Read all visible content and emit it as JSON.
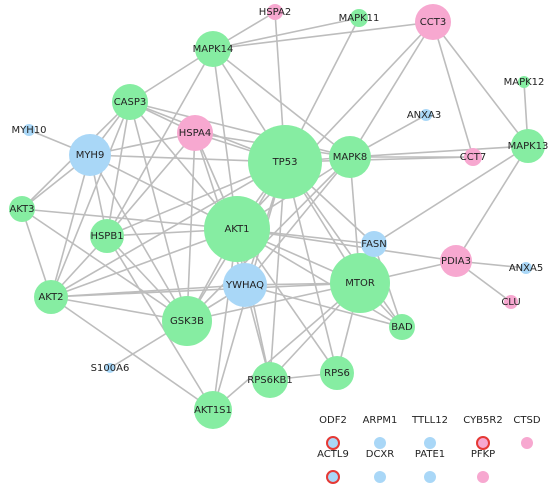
{
  "colors": {
    "green": "#86eda2",
    "blue": "#a9d7f7",
    "pink": "#f7a8d0",
    "red_outline": "#e53935",
    "edge": "#bdbdbd"
  },
  "nodes": [
    {
      "id": "TP53",
      "label": "TP53",
      "color": "green"
    },
    {
      "id": "AKT1",
      "label": "AKT1",
      "color": "green"
    },
    {
      "id": "MTOR",
      "label": "MTOR",
      "color": "green"
    },
    {
      "id": "MAPK8",
      "label": "MAPK8",
      "color": "green"
    },
    {
      "id": "GSK3B",
      "label": "GSK3B",
      "color": "green"
    },
    {
      "id": "YWHAQ",
      "label": "YWHAQ",
      "color": "blue"
    },
    {
      "id": "MYH9",
      "label": "MYH9",
      "color": "blue"
    },
    {
      "id": "HSPA4",
      "label": "HSPA4",
      "color": "pink"
    },
    {
      "id": "CCT3",
      "label": "CCT3",
      "color": "pink"
    },
    {
      "id": "MAPK14",
      "label": "MAPK14",
      "color": "green"
    },
    {
      "id": "CASP3",
      "label": "CASP3",
      "color": "green"
    },
    {
      "id": "HSPB1",
      "label": "HSPB1",
      "color": "green"
    },
    {
      "id": "AKT2",
      "label": "AKT2",
      "color": "green"
    },
    {
      "id": "AKT3",
      "label": "AKT3",
      "color": "green"
    },
    {
      "id": "RPS6KB1",
      "label": "RPS6KB1",
      "color": "green"
    },
    {
      "id": "RPS6",
      "label": "RPS6",
      "color": "green"
    },
    {
      "id": "AKT1S1",
      "label": "AKT1S1",
      "color": "green"
    },
    {
      "id": "MAPK13",
      "label": "MAPK13",
      "color": "green"
    },
    {
      "id": "PDIA3",
      "label": "PDIA3",
      "color": "pink"
    },
    {
      "id": "FASN",
      "label": "FASN",
      "color": "blue"
    },
    {
      "id": "BAD",
      "label": "BAD",
      "color": "green"
    },
    {
      "id": "MAPK11",
      "label": "MAPK11",
      "color": "green"
    },
    {
      "id": "MAPK12",
      "label": "MAPK12",
      "color": "green"
    },
    {
      "id": "HSPA2",
      "label": "HSPA2",
      "color": "pink"
    },
    {
      "id": "CCT7",
      "label": "CCT7",
      "color": "pink"
    },
    {
      "id": "ANXA3",
      "label": "ANXA3",
      "color": "blue"
    },
    {
      "id": "ANXA5",
      "label": "ANXA5",
      "color": "blue"
    },
    {
      "id": "CLU",
      "label": "CLU",
      "color": "pink"
    },
    {
      "id": "MYH10",
      "label": "MYH10",
      "color": "blue"
    },
    {
      "id": "S100A6",
      "label": "S100A6",
      "color": "blue"
    }
  ],
  "edges": [
    [
      "TP53",
      "AKT1"
    ],
    [
      "TP53",
      "MTOR"
    ],
    [
      "TP53",
      "MAPK8"
    ],
    [
      "TP53",
      "GSK3B"
    ],
    [
      "TP53",
      "YWHAQ"
    ],
    [
      "TP53",
      "MYH9"
    ],
    [
      "TP53",
      "HSPA4"
    ],
    [
      "TP53",
      "MAPK14"
    ],
    [
      "TP53",
      "CASP3"
    ],
    [
      "TP53",
      "HSPB1"
    ],
    [
      "TP53",
      "AKT2"
    ],
    [
      "TP53",
      "RPS6KB1"
    ],
    [
      "TP53",
      "RPS6"
    ],
    [
      "TP53",
      "BAD"
    ],
    [
      "TP53",
      "FASN"
    ],
    [
      "TP53",
      "MAPK11"
    ],
    [
      "TP53",
      "HSPA2"
    ],
    [
      "TP53",
      "CCT7"
    ],
    [
      "TP53",
      "AKT1S1"
    ],
    [
      "AKT1",
      "MTOR"
    ],
    [
      "AKT1",
      "MAPK8"
    ],
    [
      "AKT1",
      "GSK3B"
    ],
    [
      "AKT1",
      "YWHAQ"
    ],
    [
      "AKT1",
      "CASP3"
    ],
    [
      "AKT1",
      "HSPB1"
    ],
    [
      "AKT1",
      "AKT2"
    ],
    [
      "AKT1",
      "AKT3"
    ],
    [
      "AKT1",
      "RPS6KB1"
    ],
    [
      "AKT1",
      "RPS6"
    ],
    [
      "AKT1",
      "AKT1S1"
    ],
    [
      "AKT1",
      "BAD"
    ],
    [
      "AKT1",
      "FASN"
    ],
    [
      "AKT1",
      "MAPK14"
    ],
    [
      "AKT1",
      "HSPA4"
    ],
    [
      "AKT1",
      "MYH9"
    ],
    [
      "AKT1",
      "CCT3"
    ],
    [
      "AKT1",
      "PDIA3"
    ],
    [
      "MTOR",
      "GSK3B"
    ],
    [
      "MTOR",
      "YWHAQ"
    ],
    [
      "MTOR",
      "RPS6KB1"
    ],
    [
      "MTOR",
      "RPS6"
    ],
    [
      "MTOR",
      "AKT1S1"
    ],
    [
      "MTOR",
      "MAPK8"
    ],
    [
      "MTOR",
      "AKT2"
    ],
    [
      "MTOR",
      "PDIA3"
    ],
    [
      "MTOR",
      "BAD"
    ],
    [
      "MTOR",
      "FASN"
    ],
    [
      "MAPK8",
      "MAPK14"
    ],
    [
      "MAPK8",
      "CASP3"
    ],
    [
      "MAPK8",
      "HSPA4"
    ],
    [
      "MAPK8",
      "GSK3B"
    ],
    [
      "MAPK8",
      "CCT3"
    ],
    [
      "MAPK8",
      "CCT7"
    ],
    [
      "MAPK8",
      "ANXA3"
    ],
    [
      "MAPK8",
      "MAPK13"
    ],
    [
      "MAPK8",
      "YWHAQ"
    ],
    [
      "GSK3B",
      "YWHAQ"
    ],
    [
      "GSK3B",
      "HSPA4"
    ],
    [
      "GSK3B",
      "CASP3"
    ],
    [
      "GSK3B",
      "AKT2"
    ],
    [
      "GSK3B",
      "AKT3"
    ],
    [
      "GSK3B",
      "HSPB1"
    ],
    [
      "GSK3B",
      "MYH9"
    ],
    [
      "YWHAQ",
      "HSPA4"
    ],
    [
      "YWHAQ",
      "BAD"
    ],
    [
      "YWHAQ",
      "AKT2"
    ],
    [
      "YWHAQ",
      "S100A6"
    ],
    [
      "YWHAQ",
      "RPS6KB1"
    ],
    [
      "MYH9",
      "MYH10"
    ],
    [
      "MYH9",
      "CASP3"
    ],
    [
      "MYH9",
      "AKT3"
    ],
    [
      "MYH9",
      "AKT2"
    ],
    [
      "MYH9",
      "HSPB1"
    ],
    [
      "MYH9",
      "HSPA4"
    ],
    [
      "HSPA4",
      "HSPB1"
    ],
    [
      "HSPA4",
      "CASP3"
    ],
    [
      "CCT3",
      "MAPK13"
    ],
    [
      "CCT3",
      "CCT7"
    ],
    [
      "CCT3",
      "MAPK14"
    ],
    [
      "MAPK14",
      "CASP3"
    ],
    [
      "MAPK14",
      "HSPA2"
    ],
    [
      "MAPK14",
      "MAPK11"
    ],
    [
      "MAPK14",
      "HSPB1"
    ],
    [
      "CASP3",
      "HSPB1"
    ],
    [
      "CASP3",
      "AKT2"
    ],
    [
      "CASP3",
      "AKT3"
    ],
    [
      "HSPB1",
      "AKT2"
    ],
    [
      "HSPB1",
      "AKT1S1"
    ],
    [
      "AKT2",
      "AKT3"
    ],
    [
      "AKT2",
      "AKT1S1"
    ],
    [
      "RPS6KB1",
      "RPS6"
    ],
    [
      "MAPK13",
      "MAPK12"
    ],
    [
      "MAPK13",
      "PDIA3"
    ],
    [
      "MAPK13",
      "FASN"
    ],
    [
      "PDIA3",
      "CLU"
    ],
    [
      "PDIA3",
      "ANXA5"
    ],
    [
      "FASN",
      "BAD"
    ]
  ],
  "legend": [
    {
      "label": "ODF2",
      "color": "blue",
      "outline": true
    },
    {
      "label": "ARPM1",
      "color": "blue",
      "outline": false
    },
    {
      "label": "TTLL12",
      "color": "blue",
      "outline": false
    },
    {
      "label": "CYB5R2",
      "color": "pink",
      "outline": true
    },
    {
      "label": "CTSD",
      "color": "pink",
      "outline": false
    },
    {
      "label": "ACTL9",
      "color": "blue",
      "outline": true
    },
    {
      "label": "DCXR",
      "color": "blue",
      "outline": false
    },
    {
      "label": "PATE1",
      "color": "blue",
      "outline": false
    },
    {
      "label": "PFKP",
      "color": "pink",
      "outline": false
    }
  ]
}
